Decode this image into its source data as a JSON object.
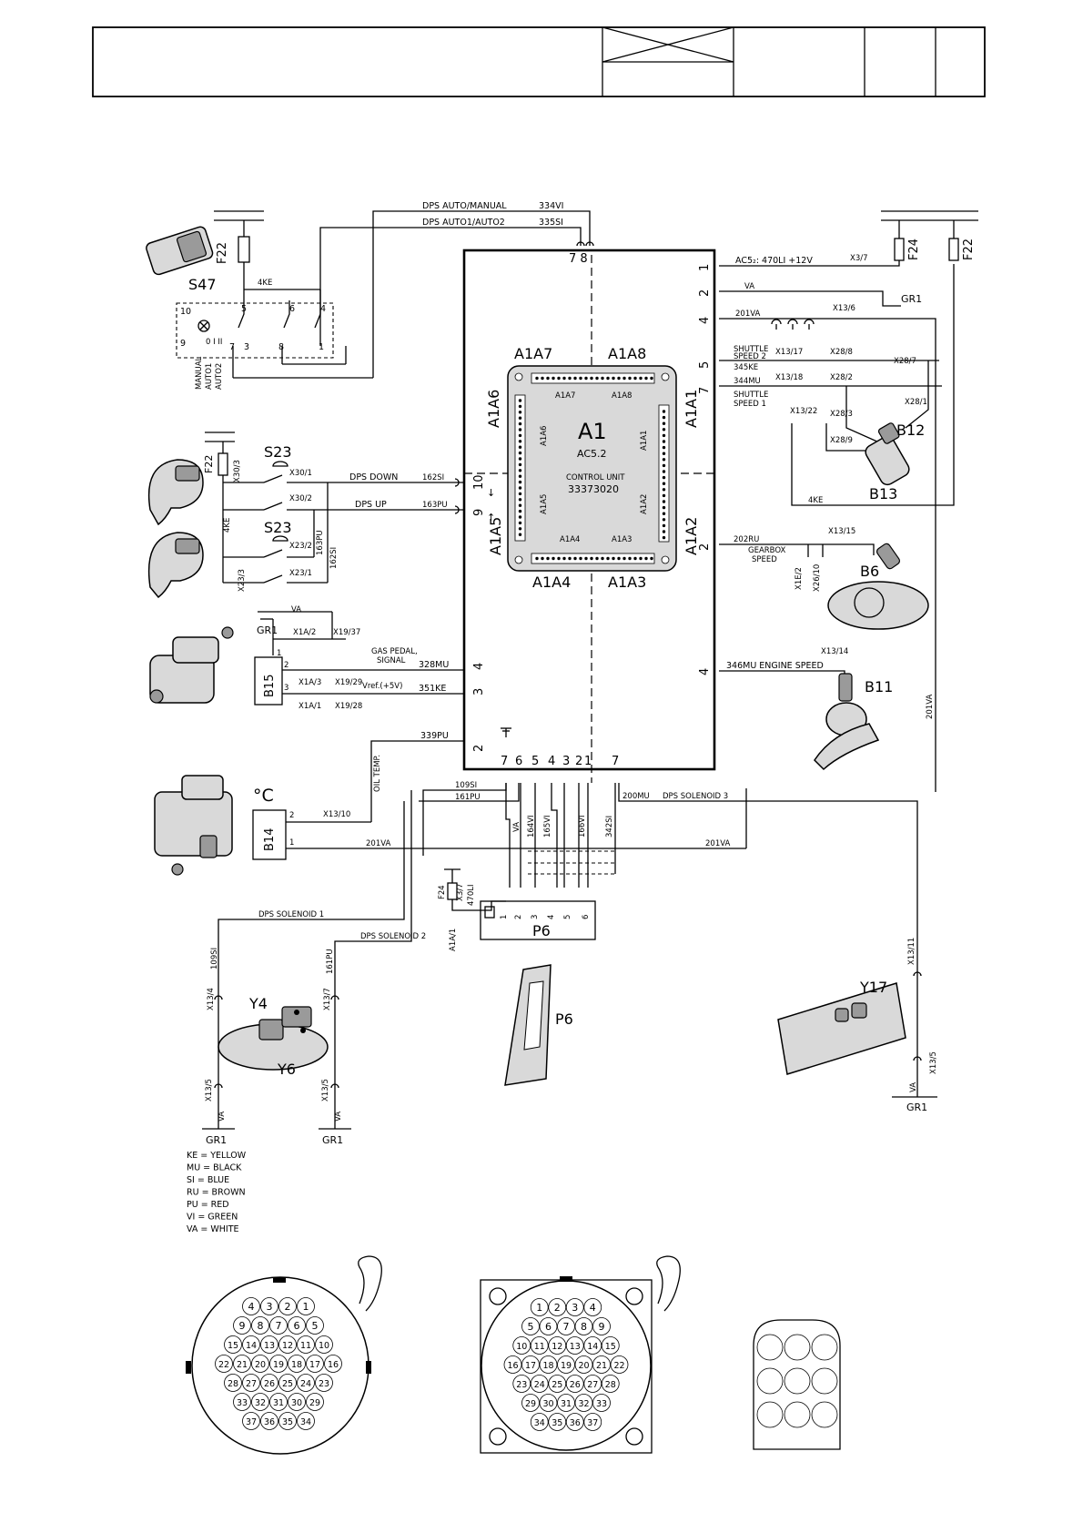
{
  "title_block": {
    "cells": [
      "",
      "",
      "",
      "",
      ""
    ]
  },
  "control_unit": {
    "ref": "A1",
    "model": "AC5.2",
    "name": "CONTROL UNIT",
    "part_no": "33373020",
    "connectors": [
      "A1A1",
      "A1A2",
      "A1A3",
      "A1A4",
      "A1A5",
      "A1A6",
      "A1A7",
      "A1A8"
    ],
    "top_pins": "7 8",
    "bottom_pins": [
      "7",
      "6",
      "5",
      "4",
      "3",
      "2",
      "1",
      "7"
    ],
    "left_pins": [
      "10",
      "9",
      "4",
      "3",
      "2"
    ],
    "right_pins": [
      "1",
      "2",
      "4",
      "5",
      "7",
      "2",
      "4"
    ]
  },
  "top_wires": {
    "w1_label": "DPS AUTO/MANUAL",
    "w1_code": "334VI",
    "w2_label": "DPS AUTO1/AUTO2",
    "w2_code": "335SI"
  },
  "s47": {
    "ref": "S47",
    "fuse": "F22",
    "wire": "4KE",
    "positions": [
      "MANUAL",
      "AUTO1",
      "AUTO2"
    ],
    "pins": [
      "10",
      "9",
      "5",
      "7",
      "3",
      "6",
      "8",
      "4",
      "1"
    ]
  },
  "s23_block": {
    "ref": "S23",
    "fuse": "F22",
    "conn1": "X30/3",
    "conn2": "X30/1",
    "conn3": "X30/2",
    "conn4": "X23/3",
    "conn5": "X23/2",
    "conn6": "X23/1",
    "wire_v": "4KE",
    "down_label": "DPS DOWN",
    "down_code": "162SI",
    "up_label": "DPS UP",
    "up_code": "163PU",
    "v1": "163PU",
    "v2": "162SI"
  },
  "b15_block": {
    "ref": "B15",
    "ground": "GR1",
    "va": "VA",
    "c1": "X1A/2",
    "c2": "X19/37",
    "c3": "X1A/3",
    "c4": "X19/29",
    "c5": "X1A/1",
    "c6": "X19/28",
    "gas_label": "GAS PEDAL,",
    "gas_label2": "SIGNAL",
    "gas_code": "328MU",
    "vref_label": "Vref.(+5V)",
    "vref_code": "351KE",
    "pins": [
      "1",
      "2",
      "3"
    ]
  },
  "oil": {
    "label": "OIL TEMP.",
    "code": "339PU"
  },
  "b14_block": {
    "ref": "B14",
    "symbol": "°C",
    "conn": "X13/10",
    "wire": "201VA",
    "pins": [
      "2",
      "1"
    ],
    "w109": "109SI",
    "w161": "161PU",
    "w200": "200MU",
    "w200_label": "DPS SOLENOID 3",
    "w201": "201VA"
  },
  "p6_block": {
    "ref": "P6",
    "fuse": "F24",
    "conn": "X3/7",
    "wire": "470LI",
    "a1a1": "A1A/1",
    "pins": [
      "1",
      "2",
      "3",
      "4",
      "5",
      "6"
    ],
    "v_labels": [
      "VA",
      "164VI",
      "165VI",
      "166VI",
      "342SI"
    ]
  },
  "solenoids": {
    "y4": "Y4",
    "y6": "Y6",
    "sol1": "DPS SOLENOID 1",
    "sol2": "DPS SOLENOID 2",
    "w109": "109SI",
    "w161": "161PU",
    "c134": "X13/4",
    "c137": "X13/7",
    "c135a": "X13/5",
    "c135b": "X13/5",
    "va": "VA",
    "gr_a": "GR1",
    "gr_b": "GR1"
  },
  "right_side": {
    "ac52": "AC5₂: 470LI  +12V",
    "x37": "X3/7",
    "f24": "F24",
    "f22": "F22",
    "va": "VA",
    "gr1": "GR1",
    "w201": "201VA",
    "x136": "X13/6",
    "sh2_1": "SHUTTLE",
    "sh2_2": "SPEED 2",
    "sh2_code": "345KE",
    "x1317": "X13/17",
    "x288": "X28/8",
    "x287": "X28/7",
    "sh1_code": "344MU",
    "sh1_1": "SHUTTLE",
    "sh1_2": "SPEED 1",
    "x1318": "X13/18",
    "x282": "X28/2",
    "x1322": "X13/22",
    "x283": "X28/3",
    "x281": "X28/1",
    "x289": "X28/9",
    "b12": "B12",
    "b13": "B13",
    "w4ke": "4KE",
    "gb_code": "202RU",
    "gb1": "GEARBOX",
    "gb2": "SPEED",
    "x1315": "X13/15",
    "x1e2": "X1E/2",
    "x2610": "X26/10",
    "b6": "B6",
    "es_code": "346MU ENGINE SPEED",
    "x1314": "X13/14",
    "b11": "B11",
    "w201v": "201VA",
    "x1311": "X13/11",
    "y17": "Y17",
    "x135": "X13/5",
    "va2": "VA",
    "gr1b": "GR1"
  },
  "legend": [
    {
      "code": "KE",
      "color": "YELLOW"
    },
    {
      "code": "MU",
      "color": "BLACK"
    },
    {
      "code": "SI",
      "color": "BLUE"
    },
    {
      "code": "RU",
      "color": "BROWN"
    },
    {
      "code": "PU",
      "color": "RED"
    },
    {
      "code": "VI",
      "color": "GREEN"
    },
    {
      "code": "VA",
      "color": "WHITE"
    }
  ],
  "connector_left": {
    "rows": [
      [
        "4",
        "3",
        "2",
        "1"
      ],
      [
        "9",
        "8",
        "7",
        "6",
        "5"
      ],
      [
        "15",
        "14",
        "13",
        "12",
        "11",
        "10"
      ],
      [
        "22",
        "21",
        "20",
        "19",
        "18",
        "17",
        "16"
      ],
      [
        "28",
        "27",
        "26",
        "25",
        "24",
        "23"
      ],
      [
        "33",
        "32",
        "31",
        "30",
        "29"
      ],
      [
        "37",
        "36",
        "35",
        "34"
      ]
    ]
  },
  "connector_mid": {
    "rows": [
      [
        "1",
        "2",
        "3",
        "4"
      ],
      [
        "5",
        "6",
        "7",
        "8",
        "9"
      ],
      [
        "10",
        "11",
        "12",
        "13",
        "14",
        "15"
      ],
      [
        "16",
        "17",
        "18",
        "19",
        "20",
        "21",
        "22"
      ],
      [
        "23",
        "24",
        "25",
        "26",
        "27",
        "28"
      ],
      [
        "29",
        "30",
        "31",
        "32",
        "33"
      ],
      [
        "34",
        "35",
        "36",
        "37"
      ]
    ]
  }
}
